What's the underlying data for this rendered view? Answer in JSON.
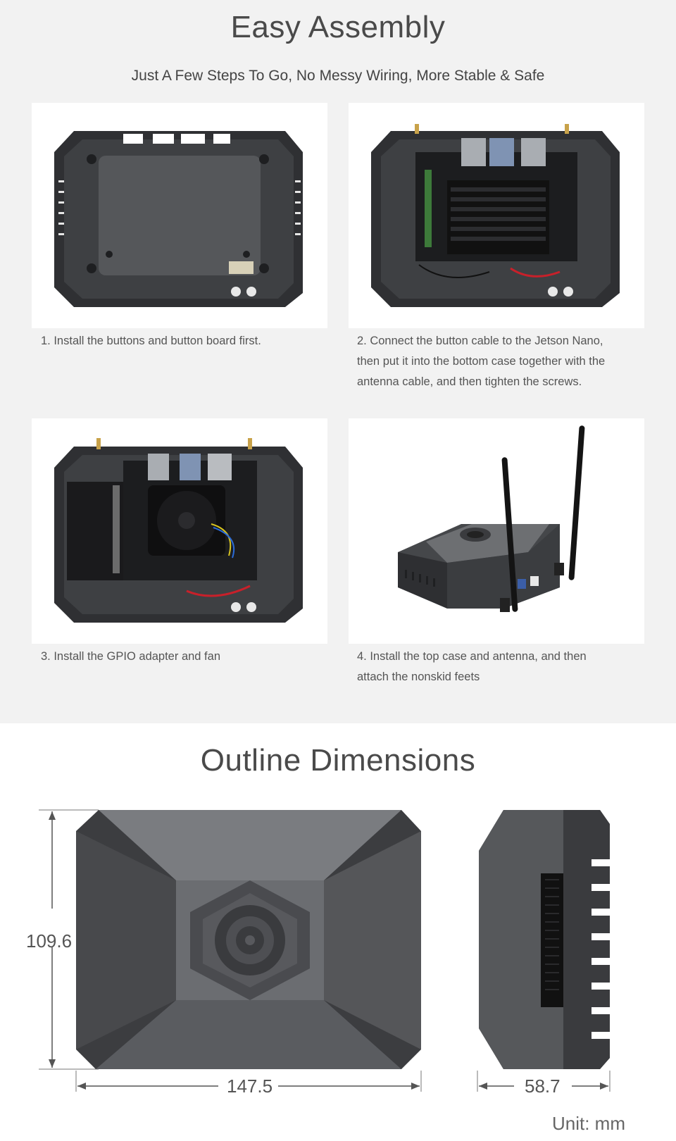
{
  "assembly": {
    "title": "Easy Assembly",
    "subtitle": "Just A Few Steps To Go, No Messy Wiring, More Stable & Safe",
    "steps": [
      {
        "lines": [
          "1. Install the buttons and button board first."
        ]
      },
      {
        "lines": [
          "2. Connect the button cable to the Jetson Nano,",
          "then put it into the bottom case together with the",
          "antenna cable, and then tighten the screws."
        ]
      },
      {
        "lines": [
          "3. Install the GPIO adapter and fan"
        ]
      },
      {
        "lines": [
          "4. Install the top case and antenna, and then",
          "attach the nonskid feets"
        ]
      }
    ]
  },
  "dimensions": {
    "title": "Outline Dimensions",
    "height_label": "109.6",
    "width_label": "147.5",
    "depth_label": "58.7",
    "unit": "Unit: mm"
  },
  "colors": {
    "section_bg": "#f2f2f2",
    "case_dark": "#3a3b3e",
    "case_light": "#6e7073"
  }
}
